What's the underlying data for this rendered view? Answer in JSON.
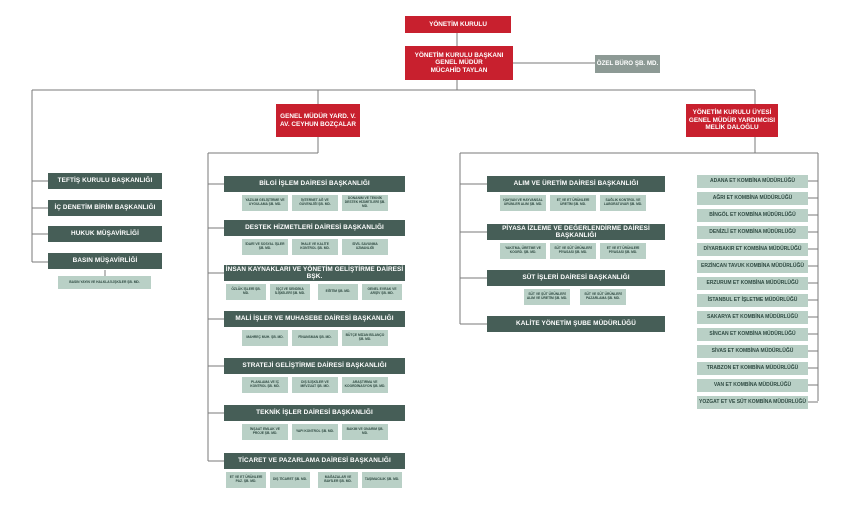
{
  "top": {
    "board": "YÖNETİM KURULU",
    "chairman": "YÖNETİM KURULU BAŞKANI\nGENEL MÜDÜR\nMÜCAHİD TAYLAN",
    "private_office": "ÖZEL BÜRO ŞB. MD."
  },
  "deputy_left": "GENEL MÜDÜR YARD. V.\nAV. CEYHUN BOZÇALAR",
  "deputy_right": "YÖNETİM KURULU ÜYESİ\nGENEL MÜDÜR YARDIMCISI\nMELİK DALOĞLU",
  "left_units": [
    {
      "label": "TEFTİŞ KURULU BAŞKANLIĞI"
    },
    {
      "label": "İÇ DENETİM BİRİM BAŞKANLIĞI"
    },
    {
      "label": "HUKUK MÜŞAVİRLİĞİ"
    },
    {
      "label": "BASIN MÜŞAVİRLİĞİ"
    }
  ],
  "press_sub": "BASIN YAYIN VE HALKLA İLİŞKİLER ŞB. MD.",
  "middle_depts": [
    {
      "label": "BİLGİ İŞLEM DAİRESİ BAŞKANLIĞI",
      "subs": [
        "YAZILIM GELİŞTİRME VE UYGULAMA ŞB. MD.",
        "İNTERNET AĞ VE GÜVENLİĞİ ŞB. MD.",
        "DONANIM VE TEKNİK DESTEK HİZMETLERİ ŞB. MD."
      ]
    },
    {
      "label": "DESTEK HİZMETLERİ DAİRESİ BAŞKANLIĞI",
      "subs": [
        "İDARİ VE SOSYAL İŞLER ŞB. MD.",
        "İHALE VE KALİTE KONTROL ŞB. MD.",
        "SİVİL SAVUNMA UZMANLIĞI"
      ]
    },
    {
      "label": "İNSAN KAYNAKLARI VE YÖNETİM GELİŞTİRME DAİRESİ BŞK.",
      "subs": [
        "ÖZLÜK İŞLERİ ŞB. MD.",
        "İŞÇİ VE SENDİKA İLİŞKİLERİ ŞB. MD.",
        "EĞİTİM ŞB. MD.",
        "GENEL EVRAK VE ARŞİV ŞB. MD."
      ]
    },
    {
      "label": "MALİ İŞLER VE MUHASEBE DAİRESİ BAŞKANLIĞI",
      "subs": [
        "MAHREÇ MUH. ŞB. MD.",
        "FİNANSMAN ŞB. MD.",
        "BÜTÇE MİZAN BİLANÇO ŞB. MD."
      ]
    },
    {
      "label": "STRATEJİ GELİŞTİRME DAİRESİ BAŞKANLIĞI",
      "subs": [
        "PLANLAMA VE İÇ KONTROL ŞB. MD.",
        "DIŞ İLİŞKİLER VE MEVZUAT ŞB. MD.",
        "ARAŞTIRMA VE KOORDİNASYON ŞB. MD."
      ]
    },
    {
      "label": "TEKNİK İŞLER DAİRESİ BAŞKANLIĞI",
      "subs": [
        "İNŞAAT EMLAK VE PROJE ŞB. MD.",
        "YAPI KONTROL ŞB. MD.",
        "BAKIM VE ONARIM ŞB. MD."
      ]
    },
    {
      "label": "TİCARET VE PAZARLAMA DAİRESİ BAŞKANLIĞI",
      "subs": [
        "ET VE ET ÜRÜNLERİ PAZ. ŞB. MD.",
        "DIŞ TİCARET ŞB. MD.",
        "MAĞAZALAR VE BAYİLER ŞB. MD.",
        "TAŞIMACILIK ŞB. MD."
      ]
    }
  ],
  "right_depts": [
    {
      "label": "ALIM VE ÜRETİM DAİRESİ BAŞKANLIĞI",
      "subs": [
        "HAYVAN VE HAYVANSAL ÜRÜNLER ALIM ŞB. MD.",
        "ET VE ET ÜRÜNLERİ ÜRETİM ŞB. MD.",
        "SAĞLIK KONTROL VE LABORATUVAR ŞB. MD."
      ]
    },
    {
      "label": "PİYASA İZLEME VE DEĞERLENDİRME DAİRESİ BAŞKANLIĞI",
      "subs": [
        "YAKITMA, ÜRETME VE KOORD. ŞB. MD.",
        "SÜT VE SÜT ÜRÜNLERİ PİYASASI ŞB. MD.",
        "ET VE ET ÜRÜNLERİ PİYASASI ŞB. MD."
      ]
    },
    {
      "label": "SÜT İŞLERİ DAİRESİ BAŞKANLIĞI",
      "subs": [
        "SÜT VE SÜT ÜRÜNLERİ ALIM VE ÜRETİM ŞB. MD.",
        "SÜT VE SÜT ÜRÜNLERİ PAZARLAMA ŞB. MD."
      ]
    },
    {
      "label": "KALİTE YÖNETİM ŞUBE MÜDÜRLÜĞÜ",
      "subs": []
    }
  ],
  "plants": [
    "ADANA ET KOMBİNA MÜDÜRLÜĞÜ",
    "AĞRI ET KOMBİNA MÜDÜRLÜĞÜ",
    "BİNGÖL ET KOMBİNA MÜDÜRLÜĞÜ",
    "DENİZLİ ET KOMBİNA MÜDÜRLÜĞÜ",
    "DİYARBAKIR ET KOMBİNA MÜDÜRLÜĞÜ",
    "ERZİNCAN TAVUK KOMBİNA MÜDÜRLÜĞÜ",
    "ERZURUM ET KOMBİNA MÜDÜRLÜĞÜ",
    "İSTANBUL ET İŞLETME MÜDÜRLÜĞÜ",
    "SAKARYA ET KOMBİNA MÜDÜRLÜĞÜ",
    "SİNCAN ET KOMBİNA MÜDÜRLÜĞÜ",
    "SİVAS ET KOMBİNA MÜDÜRLÜĞÜ",
    "TRABZON ET KOMBİNA MÜDÜRLÜĞÜ",
    "VAN ET KOMBİNA MÜDÜRLÜĞÜ",
    "YOZGAT ET VE SÜT KOMBİNA MÜDÜRLÜĞÜ"
  ],
  "colors": {
    "red": "#c8202e",
    "dark": "#465e57",
    "light": "#b9d0c6",
    "gray": "#8d9a95",
    "line": "#7a7a7a"
  }
}
